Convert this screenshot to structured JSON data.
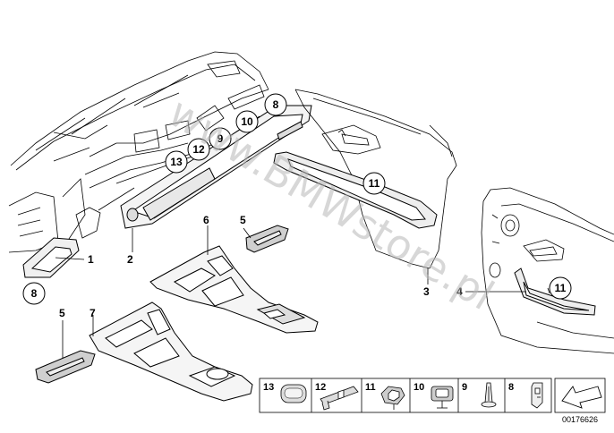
{
  "watermark": "www.BMWstore.pl",
  "document_number": "00176626",
  "callouts": {
    "c1": "1",
    "c2": "2",
    "c3": "3",
    "c4": "4",
    "c5a": "5",
    "c5b": "5",
    "c6": "6",
    "c7": "7"
  },
  "circled": {
    "c8_top": "8",
    "c8_left": "8",
    "c9": "9",
    "c10": "10",
    "c11_front": "11",
    "c11_rear": "11",
    "c12": "12",
    "c13": "13"
  },
  "legend": [
    {
      "num": "13"
    },
    {
      "num": "12"
    },
    {
      "num": "11"
    },
    {
      "num": "10"
    },
    {
      "num": "9"
    },
    {
      "num": "8"
    }
  ]
}
